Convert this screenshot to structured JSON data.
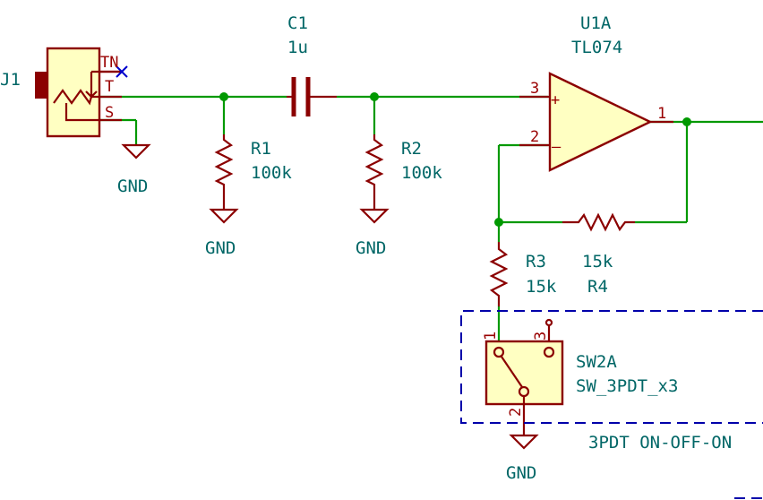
{
  "colors": {
    "wire": "#009900",
    "part": "#8b0000",
    "label": "#006666",
    "fill": "#ffffc2",
    "group_box": "#0000aa"
  },
  "jack": {
    "ref": "J1",
    "pin_tn": "TN",
    "pin_t": "T",
    "pin_s": "S",
    "no_connect_icon": "x-mark-icon"
  },
  "capacitor": {
    "ref": "C1",
    "value": "1u"
  },
  "resistors": {
    "r1": {
      "ref": "R1",
      "value": "100k"
    },
    "r2": {
      "ref": "R2",
      "value": "100k"
    },
    "r3": {
      "ref": "R3",
      "value": "15k"
    },
    "r4": {
      "ref": "R4",
      "value": "15k"
    }
  },
  "opamp": {
    "ref": "U1A",
    "value": "TL074",
    "pin_plus_num": "3",
    "pin_minus_num": "2",
    "pin_out_num": "1",
    "plus_sign": "+",
    "minus_sign": "–"
  },
  "switch": {
    "ref": "SW2A",
    "value": "SW_3PDT_x3",
    "pin1": "1",
    "pin2": "2",
    "pin3": "3"
  },
  "gnd": {
    "label": "GND"
  },
  "group": {
    "label": "3PDT ON-OFF-ON"
  }
}
